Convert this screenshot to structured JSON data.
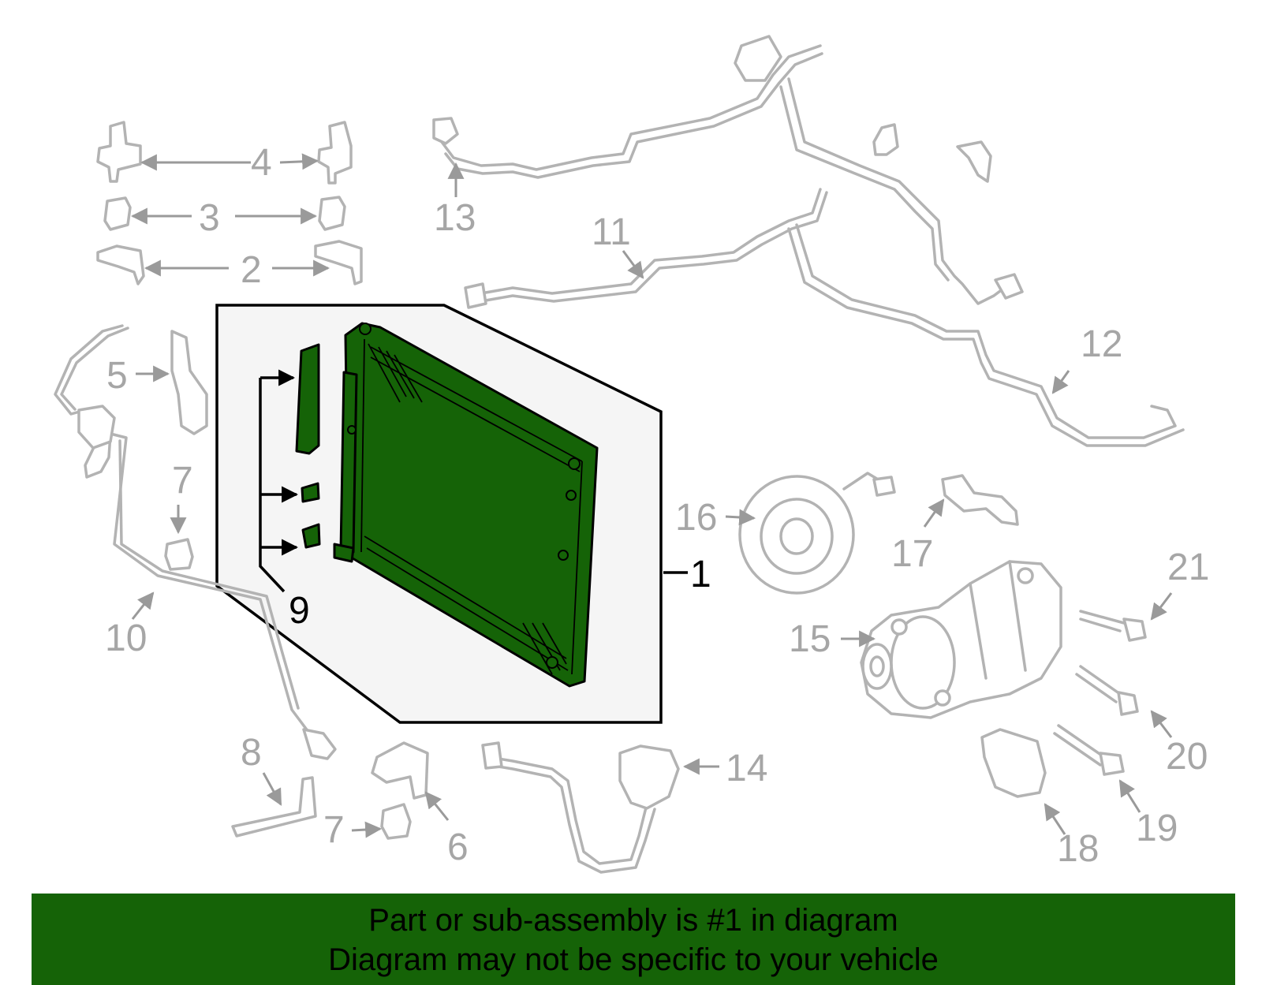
{
  "callouts": [
    "1",
    "2",
    "3",
    "4",
    "5",
    "6",
    "7",
    "7",
    "8",
    "9",
    "10",
    "11",
    "12",
    "13",
    "14",
    "15",
    "16",
    "17",
    "18",
    "19",
    "20",
    "21"
  ],
  "banner": {
    "line1": "Part or sub-assembly is #1 in diagram",
    "line2": "Diagram may not be specific to your vehicle"
  },
  "colors": {
    "highlight": "#156307",
    "part_outline": "#b3b3b3",
    "callout_gray": "#a6a6a6",
    "inset_background": "#f5f5f5"
  }
}
